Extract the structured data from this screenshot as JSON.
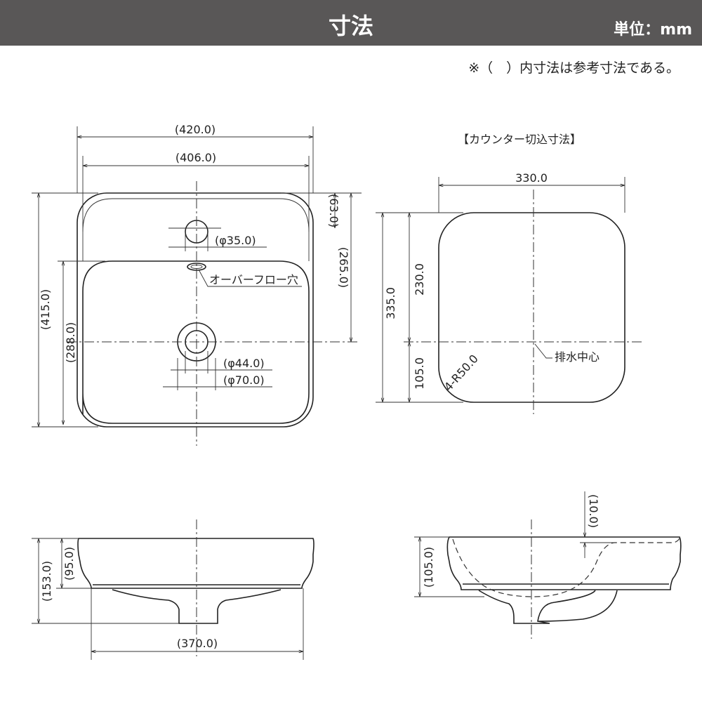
{
  "header": {
    "title": "寸法",
    "unit": "単位：mm"
  },
  "note": "※（　）内寸法は参考寸法である。",
  "top_view": {
    "width_outer": "(420.0)",
    "width_inner": "(406.0)",
    "overflow_offset": "(63.0)",
    "drain_offset": "(265.0)",
    "depth_outer": "(415.0)",
    "depth_inner": "(288.0)",
    "overflow_hole_dia": "(φ35.0)",
    "overflow_label": "オーバーフロー穴",
    "drain_dia_inner": "(φ44.0)",
    "drain_dia_outer": "(φ70.0)"
  },
  "cutout_view": {
    "title": "【カウンター切込寸法】",
    "width": "330.0",
    "depth": "335.0",
    "front_to_center": "230.0",
    "center_to_back": "105.0",
    "corner_radius": "4-R50.0",
    "drain_center_label": "排水中心"
  },
  "front_view": {
    "total_height": "(153.0)",
    "bowl_height": "(95.0)",
    "bottom_width": "(370.0)"
  },
  "side_view": {
    "height": "(105.0)",
    "overflow_depth": "(10.0)"
  }
}
